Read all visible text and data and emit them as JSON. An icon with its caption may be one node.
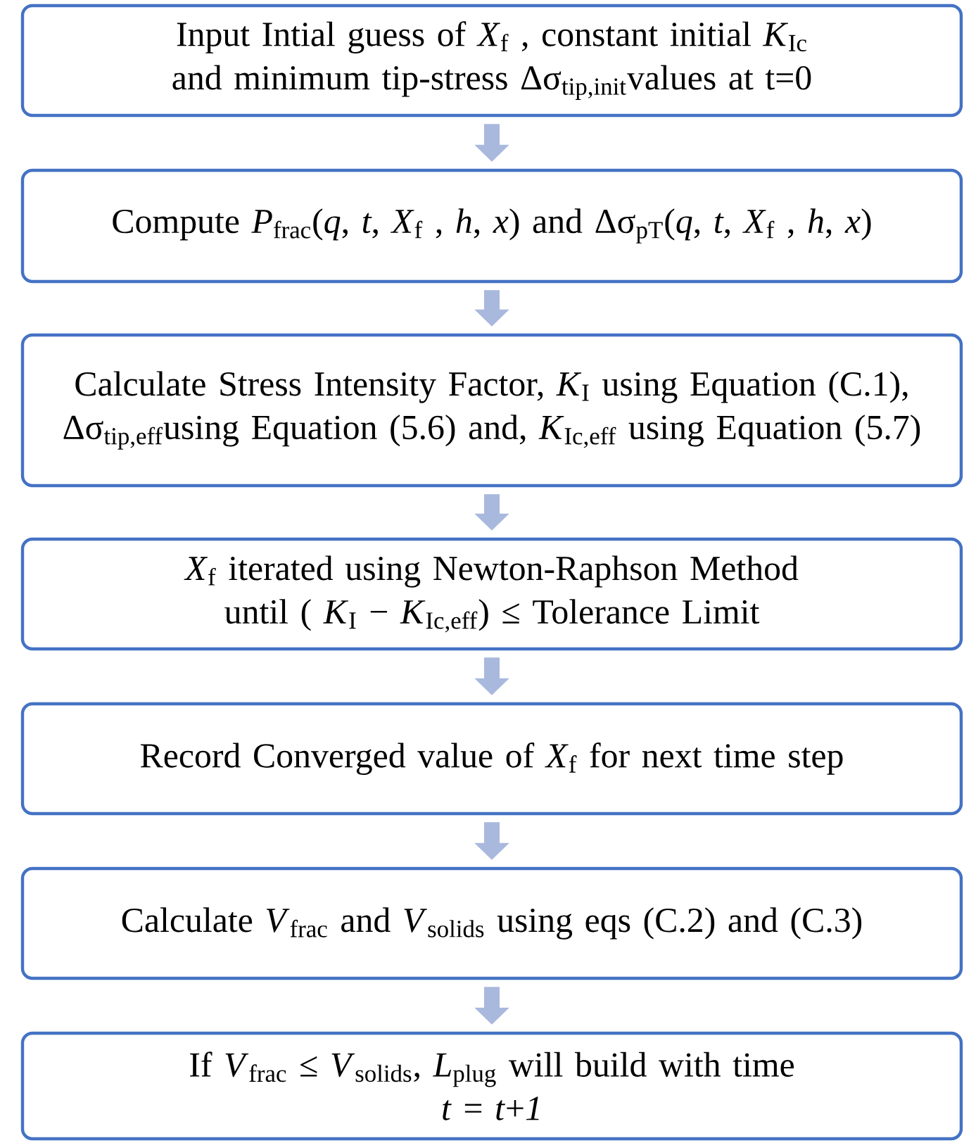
{
  "diagram": {
    "nodes": [
      {
        "text": [
          "Input Intial guess of *X*$_{f}$ , constant initial *K*$_{Ic}$ and minimum tip-stress Δσ$_{tip,init}$values at t=0"
        ]
      },
      {
        "text": [
          "Compute *P*$_{frac}$(*q*, *t*, *X*$_{f}$ , *h*, *x*) and Δσ$_{pT}$(*q*, *t*, *X*$_{f}$ , *h*, *x*)"
        ]
      },
      {
        "text": [
          "Calculate Stress Intensity Factor, *K*$_{I}$ using Equation (C.1), Δσ$_{tip,eff}$using Equation (5.6) and, *K*$_{Ic,eff}$ using Equation (5.7)"
        ]
      },
      {
        "text": [
          "*X*$_{f}$ iterated using Newton-Raphson Method until ( *K*$_{I}$ − *K*$_{Ic,eff}$) ≤  Tolerance Limit"
        ]
      },
      {
        "text": [
          "Record Converged value of *X*$_{f}$ for next time step"
        ]
      },
      {
        "text": [
          "Calculate *V*$_{frac}$ and *V*$_{solids}$ using eqs (C.2) and (C.3)"
        ]
      },
      {
        "text": [
          "If *V*$_{frac}$ ≤ *V*$_{solids}$, *L*$_{plug}$ will build with time",
          "*t* = *t*+*1*"
        ]
      }
    ],
    "edges": [
      {
        "from": 0,
        "to": 1,
        "arrow": "to"
      },
      {
        "from": 1,
        "to": 2,
        "arrow": "to"
      },
      {
        "from": 2,
        "to": 3,
        "arrow": "to"
      },
      {
        "from": 3,
        "to": 4,
        "arrow": "to"
      },
      {
        "from": 4,
        "to": 5,
        "arrow": "to"
      },
      {
        "from": 5,
        "to": 6,
        "arrow": "to"
      }
    ]
  }
}
